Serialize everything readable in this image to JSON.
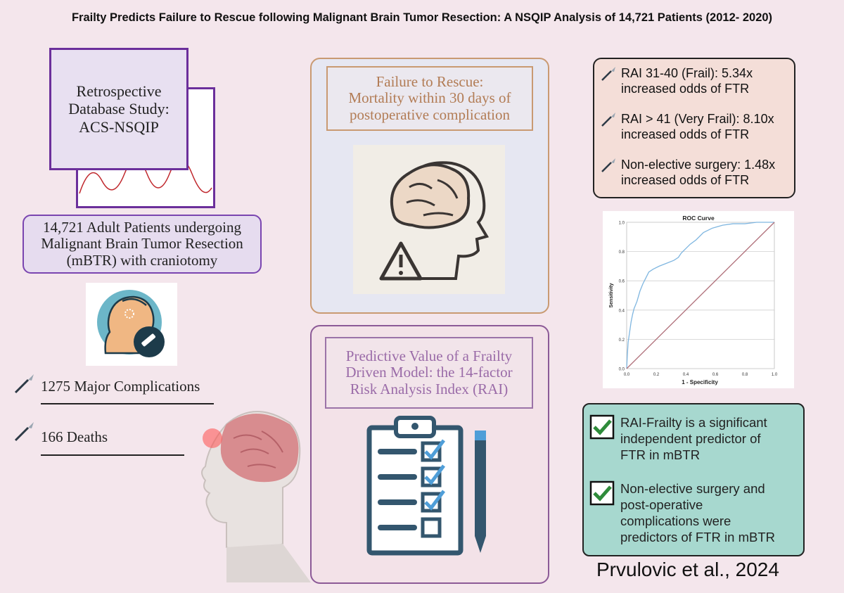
{
  "title": "Frailty Predicts Failure to Rescue following Malignant Brain Tumor Resection: A NSQIP Analysis of 14,721 Patients (2012- 2020)",
  "study": {
    "line1": "Retrospective",
    "line2": "Database Study:",
    "line3": "ACS-NSQIP"
  },
  "patients": {
    "line1": "14,721 Adult Patients undergoing",
    "line2": "Malignant Brain Tumor Resection",
    "line3": "(mBTR) with craniotomy"
  },
  "stats": {
    "complications": "1275 Major Complications",
    "deaths": "166 Deaths"
  },
  "ftr": {
    "line1": "Failure to Rescue:",
    "line2": "Mortality within 30 days of",
    "line3": "postoperative complication"
  },
  "rai": {
    "line1": "Predictive Value of a Frailty",
    "line2": "Driven Model: the 14-factor",
    "line3": "Risk Analysis Index (RAI)"
  },
  "odds": [
    {
      "line1": "RAI 31-40 (Frail): 5.34x",
      "line2": "increased odds of FTR"
    },
    {
      "line1": "RAI > 41 (Very Frail): 8.10x",
      "line2": "increased odds of FTR"
    },
    {
      "line1": "Non-elective surgery: 1.48x",
      "line2": "increased odds of FTR"
    }
  ],
  "chart_data": {
    "type": "line",
    "title": "ROC Curve",
    "xlabel": "1 - Specificity",
    "ylabel": "Sensitivity",
    "xlim": [
      0,
      1
    ],
    "ylim": [
      0,
      1
    ],
    "x_ticks": [
      "0.0",
      "0.2",
      "0.4",
      "0.6",
      "0.8",
      "1.0"
    ],
    "y_ticks": [
      "0.0",
      "0.2",
      "0.4",
      "0.6",
      "0.8",
      "1.0"
    ],
    "grid": "horizontal",
    "series": [
      {
        "color": "#7fb6e0",
        "x": [
          0,
          0.005,
          0.01,
          0.02,
          0.03,
          0.04,
          0.05,
          0.07,
          0.09,
          0.11,
          0.13,
          0.15,
          0.18,
          0.22,
          0.27,
          0.32,
          0.35,
          0.37,
          0.4,
          0.43,
          0.47,
          0.52,
          0.58,
          0.65,
          0.72,
          0.8,
          0.88,
          1.0
        ],
        "y": [
          0,
          0.1,
          0.18,
          0.25,
          0.32,
          0.37,
          0.41,
          0.46,
          0.53,
          0.58,
          0.62,
          0.66,
          0.68,
          0.7,
          0.72,
          0.74,
          0.76,
          0.79,
          0.82,
          0.85,
          0.88,
          0.93,
          0.96,
          0.98,
          0.99,
          0.99,
          1.0,
          1.0
        ]
      },
      {
        "color": "#b0707a",
        "x": [
          0,
          1
        ],
        "y": [
          0,
          1
        ]
      }
    ]
  },
  "conclusions": [
    {
      "line1": "RAI-Frailty is a significant",
      "line2": "independent predictor of",
      "line3": "FTR in mBTR"
    },
    {
      "line1": "Non-elective surgery and",
      "line2": "post-operative",
      "line3": "complications were",
      "line4": "predictors of FTR in mBTR"
    }
  ],
  "citation": "Prvulovic et al., 2024",
  "colors": {
    "background": "#f4e6ec",
    "purple_accent": "#6b2f9b",
    "ftr_accent": "#c99a72",
    "check_green": "#2e8b3a"
  }
}
